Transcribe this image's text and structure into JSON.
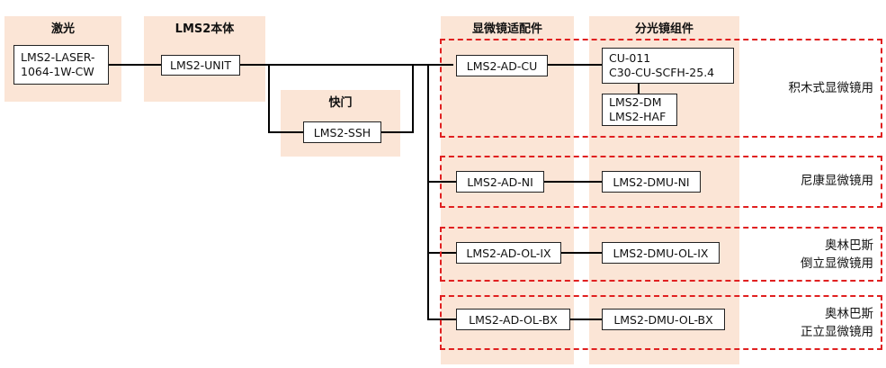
{
  "columns": {
    "laser": "激光",
    "body": "LMS2本体",
    "shutter": "快门",
    "adapter": "显微镜适配件",
    "splitter": "分光镜组件"
  },
  "boxes": {
    "laser_line1": "LMS2-LASER-",
    "laser_line2": "1064-1W-CW",
    "unit": "LMS2-UNIT",
    "ssh": "LMS2-SSH",
    "ad_cu": "LMS2-AD-CU",
    "cu_line1": "CU-011",
    "cu_line2": "C30-CU-SCFH-25.4",
    "dm_line1": "LMS2-DM",
    "dm_line2": "LMS2-HAF",
    "ad_ni": "LMS2-AD-NI",
    "dmu_ni": "LMS2-DMU-NI",
    "ad_ol_ix": "LMS2-AD-OL-IX",
    "dmu_ol_ix": "LMS2-DMU-OL-IX",
    "ad_ol_bx": "LMS2-AD-OL-BX",
    "dmu_ol_bx": "LMS2-DMU-OL-BX"
  },
  "groups": {
    "g1": "积木式显微镜用",
    "g2": "尼康显微镜用",
    "g3_line1": "奥林巴斯",
    "g3_line2": "倒立显微镜用",
    "g4_line1": "奥林巴斯",
    "g4_line2": "正立显微镜用"
  },
  "colors": {
    "column_bg": "#fbe5d6",
    "dashed_border": "#e02020",
    "line": "#000000"
  }
}
